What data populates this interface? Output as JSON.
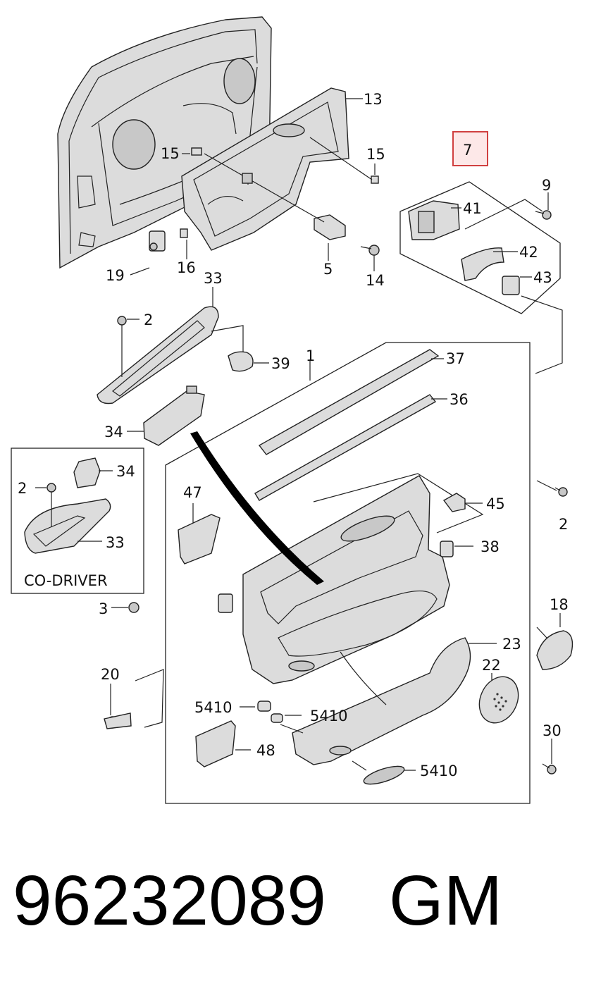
{
  "part_number": "96232089",
  "brand": "GM",
  "highlighted_callout": "7",
  "inset_caption": "CO-DRIVER",
  "callouts": {
    "c13": "13",
    "c15a": "15",
    "c15b": "15",
    "c7": "7",
    "c9": "9",
    "c41": "41",
    "c42": "42",
    "c43": "43",
    "c19": "19",
    "c16": "16",
    "c5": "5",
    "c14": "14",
    "c33a": "33",
    "c2a": "2",
    "c39": "39",
    "c1": "1",
    "c37": "37",
    "c36": "36",
    "c34a": "34",
    "c34b": "34",
    "c2b": "2",
    "c33b": "33",
    "c47": "47",
    "c45": "45",
    "c2c": "2",
    "c38": "38",
    "c3": "3",
    "c18": "18",
    "c23": "23",
    "c22": "22",
    "c20": "20",
    "c5410a": "5410",
    "c5410b": "5410",
    "c5410c": "5410",
    "c48": "48",
    "c30": "30"
  }
}
